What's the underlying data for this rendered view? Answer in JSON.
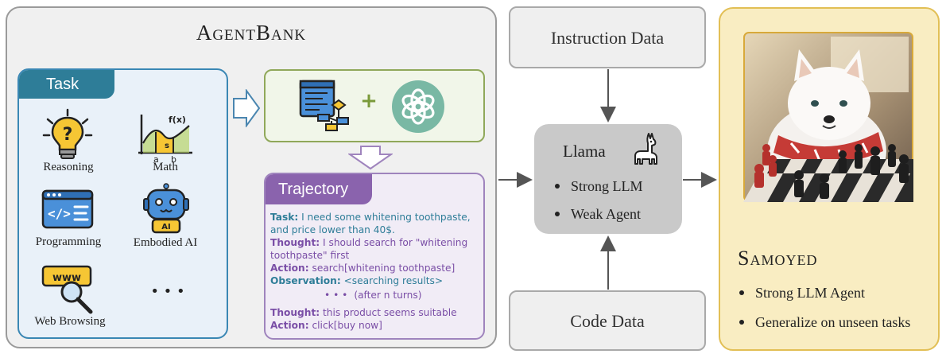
{
  "agentbank": {
    "title": "AgentBank",
    "task_label": "Task",
    "categories": [
      "Reasoning",
      "Math",
      "Programming",
      "Embodied AI",
      "Web Browsing",
      "• • •"
    ],
    "plus": "+",
    "trajectory_label": "Trajectory",
    "trajectory": {
      "task_key": "Task:",
      "task_val": " I need some whitening toothpaste, and price lower than 40$.",
      "thought1_key": "Thought:",
      "thought1_val": " I should search for \"whitening toothpaste\" first",
      "action1_key": "Action:",
      "action1_val": " search[whitening toothpaste]",
      "obs_key": "Observation:",
      "obs_val": " <searching results>",
      "ellipsis_dots": "• • •",
      "ellipsis_text": "(after n turns)",
      "thought2_key": "Thought:",
      "thought2_val": " this product seems suitable",
      "action2_key": "Action:",
      "action2_val": " click[buy now]"
    }
  },
  "instruction_data": "Instruction Data",
  "code_data": "Code Data",
  "llama": {
    "title": "Llama",
    "bullets": [
      "Strong LLM",
      "Weak Agent"
    ]
  },
  "samoyed": {
    "title": "Samoyed",
    "bullets": [
      "Strong LLM Agent",
      "Generalize on unseen tasks"
    ]
  },
  "colors": {
    "task_teal": "#2e7d98",
    "trajectory_purple": "#8a63ad",
    "green_border": "#90a85a",
    "samoyed_gold": "#e2bf55",
    "llama_gray": "#c9c9c9"
  }
}
